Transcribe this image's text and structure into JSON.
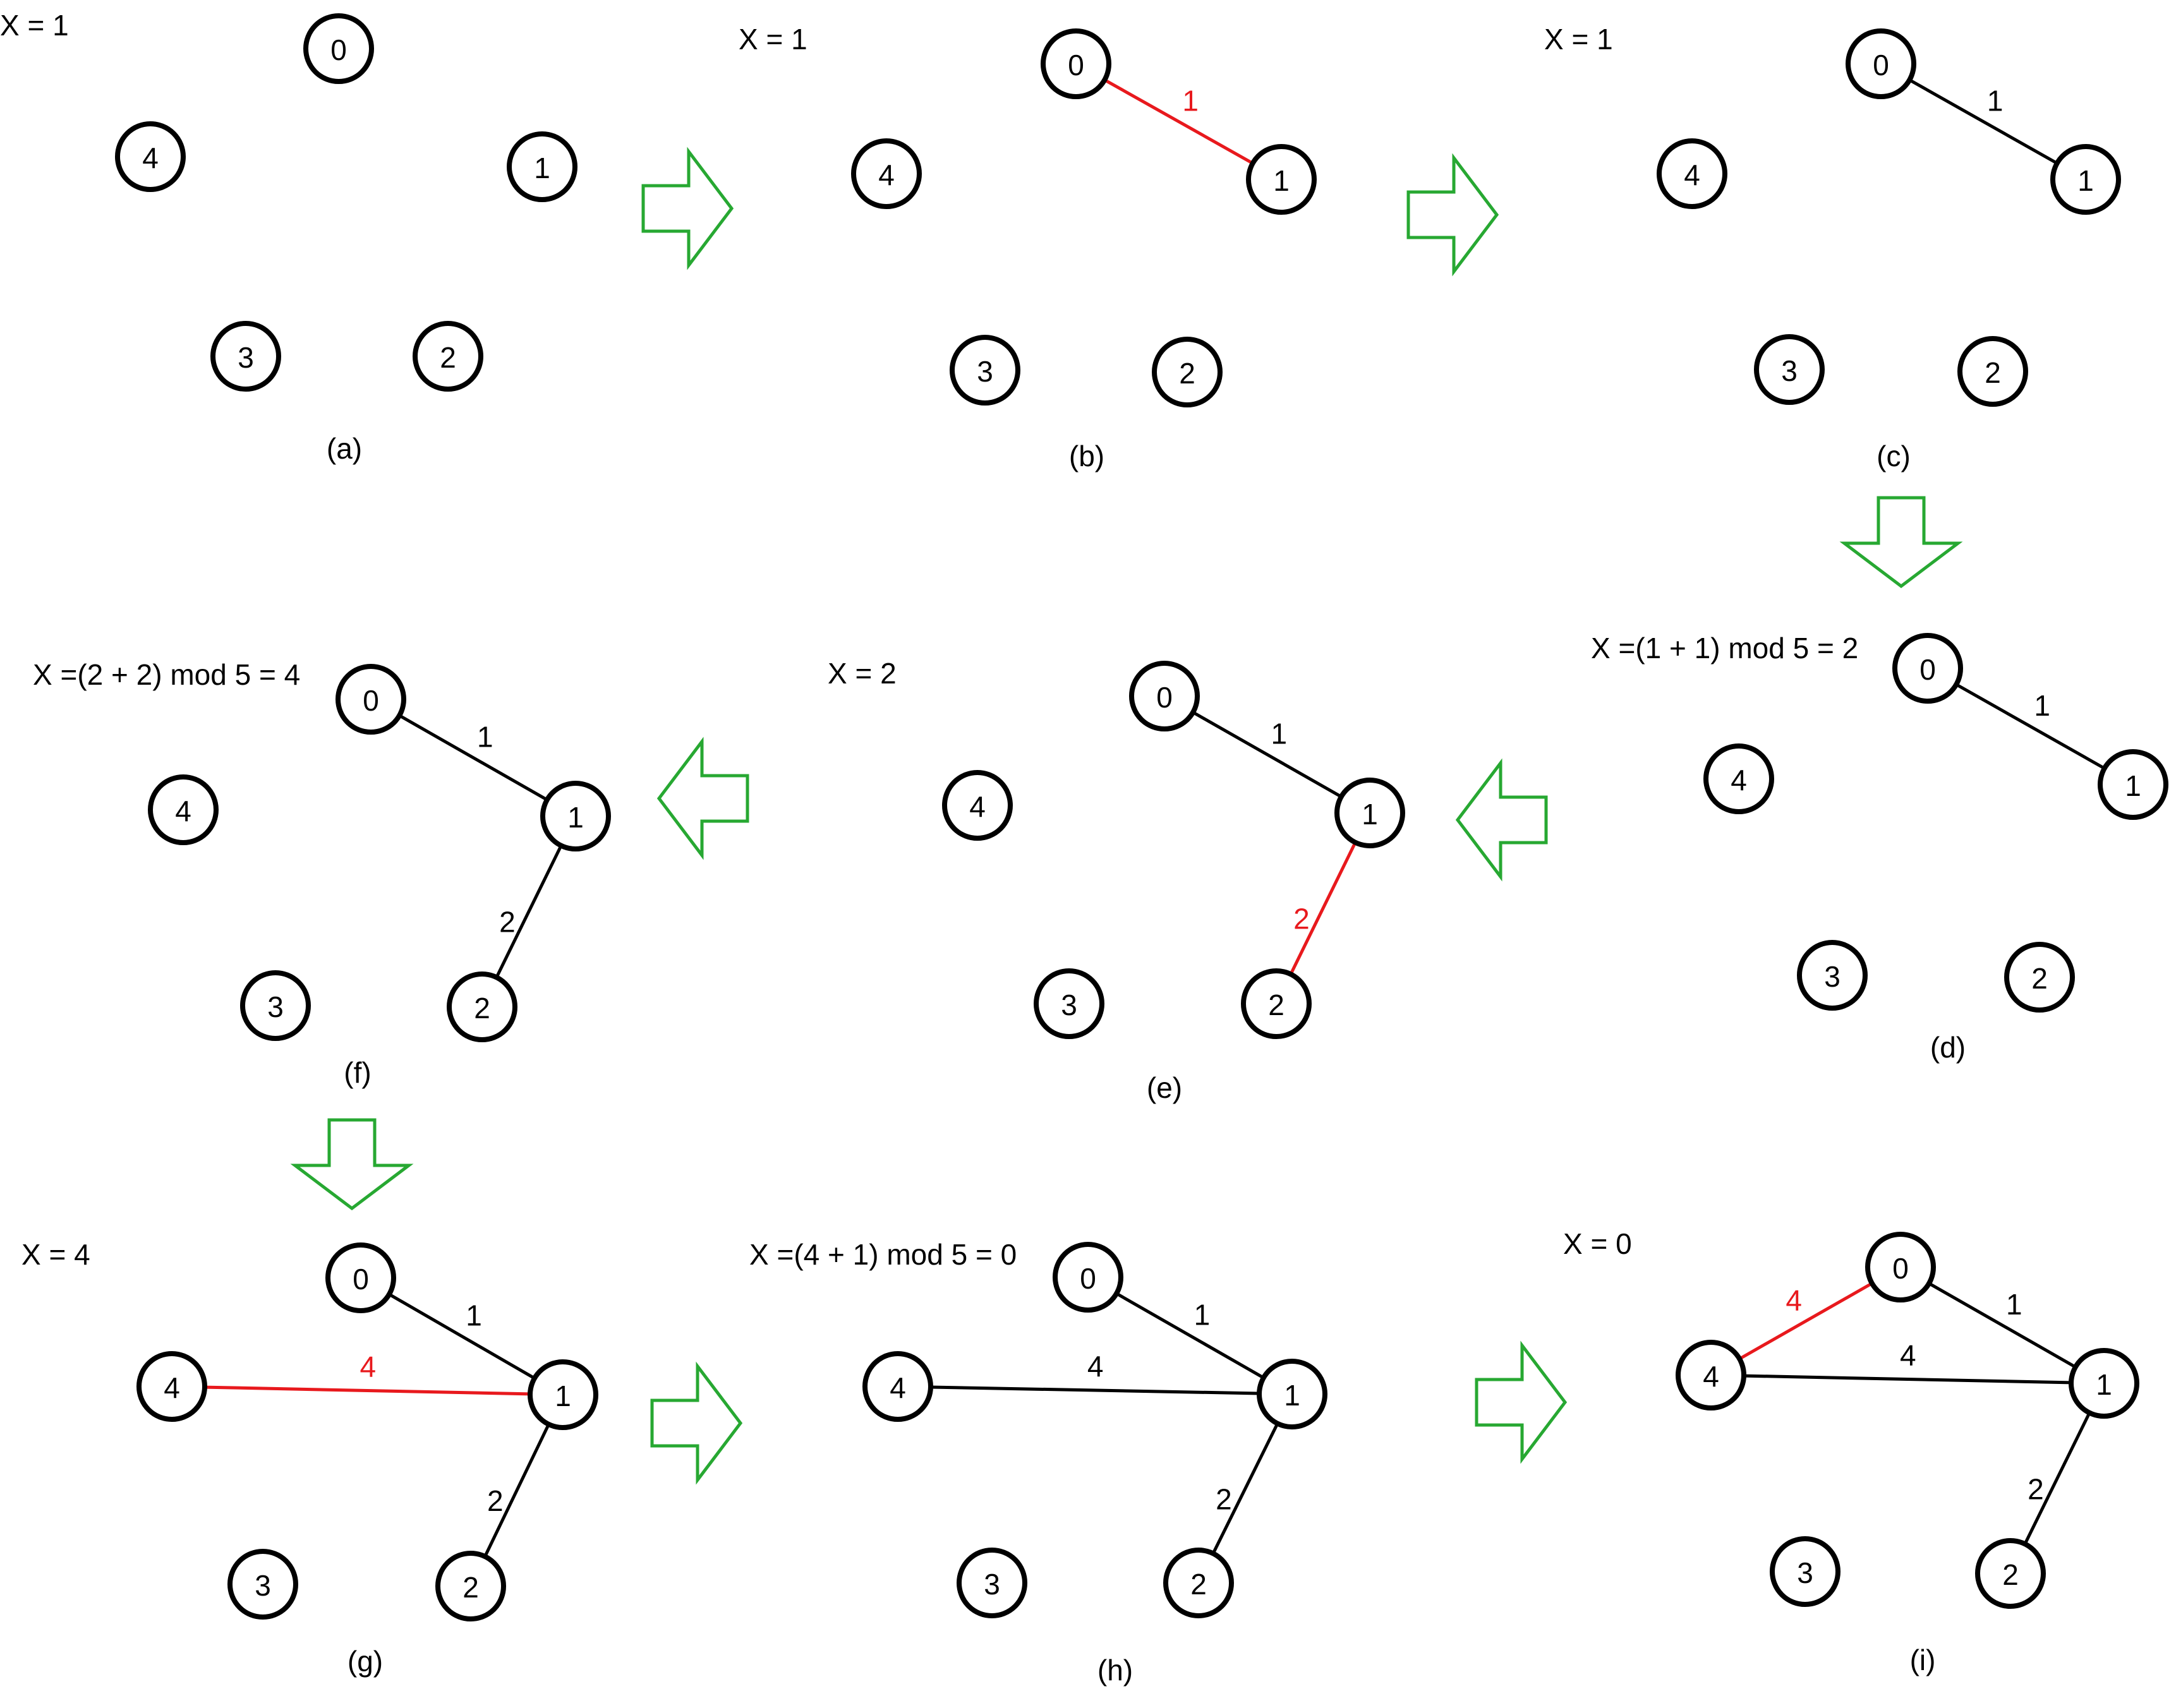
{
  "colors": {
    "normal": "#000000",
    "highlight": "#e8191d",
    "arrow": "#27a832"
  },
  "panels": [
    {
      "id": "a",
      "caption": "(a)",
      "x_label": "X = 1",
      "nodes": [
        "0",
        "1",
        "2",
        "3",
        "4"
      ],
      "edges": []
    },
    {
      "id": "b",
      "caption": "(b)",
      "x_label": "X = 1",
      "nodes": [
        "0",
        "1",
        "2",
        "3",
        "4"
      ],
      "edges": [
        {
          "from": "0",
          "to": "1",
          "weight": "1",
          "highlight": true
        }
      ]
    },
    {
      "id": "c",
      "caption": "(c)",
      "x_label": "X = 1",
      "nodes": [
        "0",
        "1",
        "2",
        "3",
        "4"
      ],
      "edges": [
        {
          "from": "0",
          "to": "1",
          "weight": "1",
          "highlight": false
        }
      ]
    },
    {
      "id": "d",
      "caption": "(d)",
      "x_label": "X =(1 + 1) mod 5 = 2",
      "nodes": [
        "0",
        "1",
        "2",
        "3",
        "4"
      ],
      "edges": [
        {
          "from": "0",
          "to": "1",
          "weight": "1",
          "highlight": false
        }
      ]
    },
    {
      "id": "e",
      "caption": "(e)",
      "x_label": "X = 2",
      "nodes": [
        "0",
        "1",
        "2",
        "3",
        "4"
      ],
      "edges": [
        {
          "from": "0",
          "to": "1",
          "weight": "1",
          "highlight": false
        },
        {
          "from": "1",
          "to": "2",
          "weight": "2",
          "highlight": true
        }
      ]
    },
    {
      "id": "f",
      "caption": "(f)",
      "x_label": "X =(2 + 2) mod 5 = 4",
      "nodes": [
        "0",
        "1",
        "2",
        "3",
        "4"
      ],
      "edges": [
        {
          "from": "0",
          "to": "1",
          "weight": "1",
          "highlight": false
        },
        {
          "from": "1",
          "to": "2",
          "weight": "2",
          "highlight": false
        }
      ]
    },
    {
      "id": "g",
      "caption": "(g)",
      "x_label": "X = 4",
      "nodes": [
        "0",
        "1",
        "2",
        "3",
        "4"
      ],
      "edges": [
        {
          "from": "0",
          "to": "1",
          "weight": "1",
          "highlight": false
        },
        {
          "from": "1",
          "to": "2",
          "weight": "2",
          "highlight": false
        },
        {
          "from": "4",
          "to": "1",
          "weight": "4",
          "highlight": true
        }
      ]
    },
    {
      "id": "h",
      "caption": "(h)",
      "x_label": "X =(4 + 1) mod 5 = 0",
      "nodes": [
        "0",
        "1",
        "2",
        "3",
        "4"
      ],
      "edges": [
        {
          "from": "0",
          "to": "1",
          "weight": "1",
          "highlight": false
        },
        {
          "from": "1",
          "to": "2",
          "weight": "2",
          "highlight": false
        },
        {
          "from": "4",
          "to": "1",
          "weight": "4",
          "highlight": false
        }
      ]
    },
    {
      "id": "i",
      "caption": "(i)",
      "x_label": "X = 0",
      "nodes": [
        "0",
        "1",
        "2",
        "3",
        "4"
      ],
      "edges": [
        {
          "from": "0",
          "to": "1",
          "weight": "1",
          "highlight": false
        },
        {
          "from": "1",
          "to": "2",
          "weight": "2",
          "highlight": false
        },
        {
          "from": "4",
          "to": "1",
          "weight": "4",
          "highlight": false
        },
        {
          "from": "0",
          "to": "4",
          "weight": "4",
          "highlight": true
        }
      ]
    }
  ],
  "transitions": [
    {
      "from": "a",
      "to": "b",
      "direction": "right"
    },
    {
      "from": "b",
      "to": "c",
      "direction": "right"
    },
    {
      "from": "c",
      "to": "d",
      "direction": "down"
    },
    {
      "from": "d",
      "to": "e",
      "direction": "left"
    },
    {
      "from": "e",
      "to": "f",
      "direction": "left"
    },
    {
      "from": "f",
      "to": "g",
      "direction": "down"
    },
    {
      "from": "g",
      "to": "h",
      "direction": "right"
    },
    {
      "from": "h",
      "to": "i",
      "direction": "right"
    }
  ]
}
